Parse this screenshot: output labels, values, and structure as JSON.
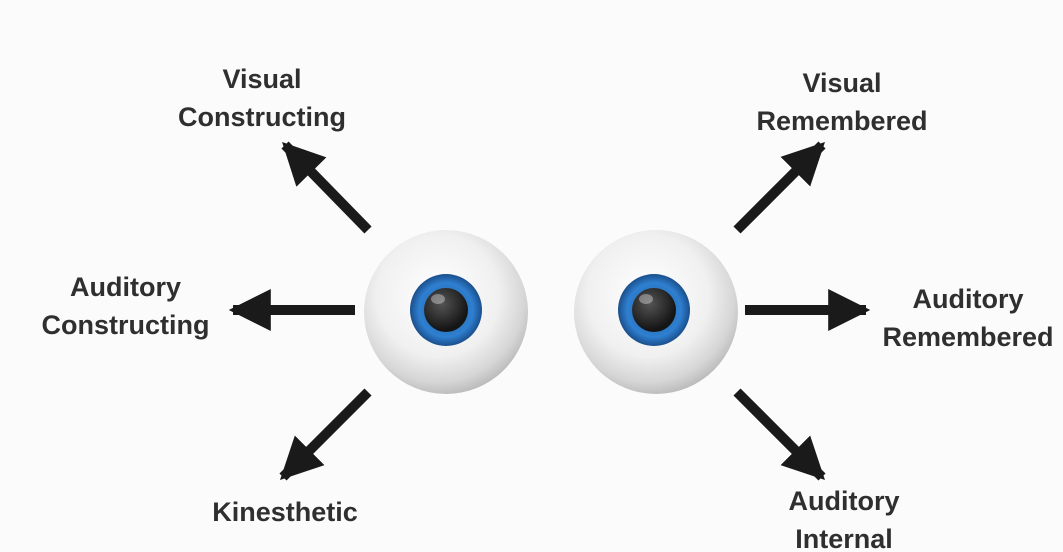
{
  "labels": {
    "visual_constructing": [
      "Visual",
      "Constructing"
    ],
    "visual_remembered": [
      "Visual",
      "Remembered"
    ],
    "auditory_constructing": [
      "Auditory",
      "Constructing"
    ],
    "auditory_remembered": [
      "Auditory",
      "Remembered"
    ],
    "kinesthetic": [
      "Kinesthetic"
    ],
    "auditory_internal": [
      "Auditory",
      "Internal"
    ]
  },
  "colors": {
    "iris": "#2f7fd0",
    "pupil": "#222222",
    "arrow": "#1a1a1a",
    "text": "#2f2f2f"
  }
}
